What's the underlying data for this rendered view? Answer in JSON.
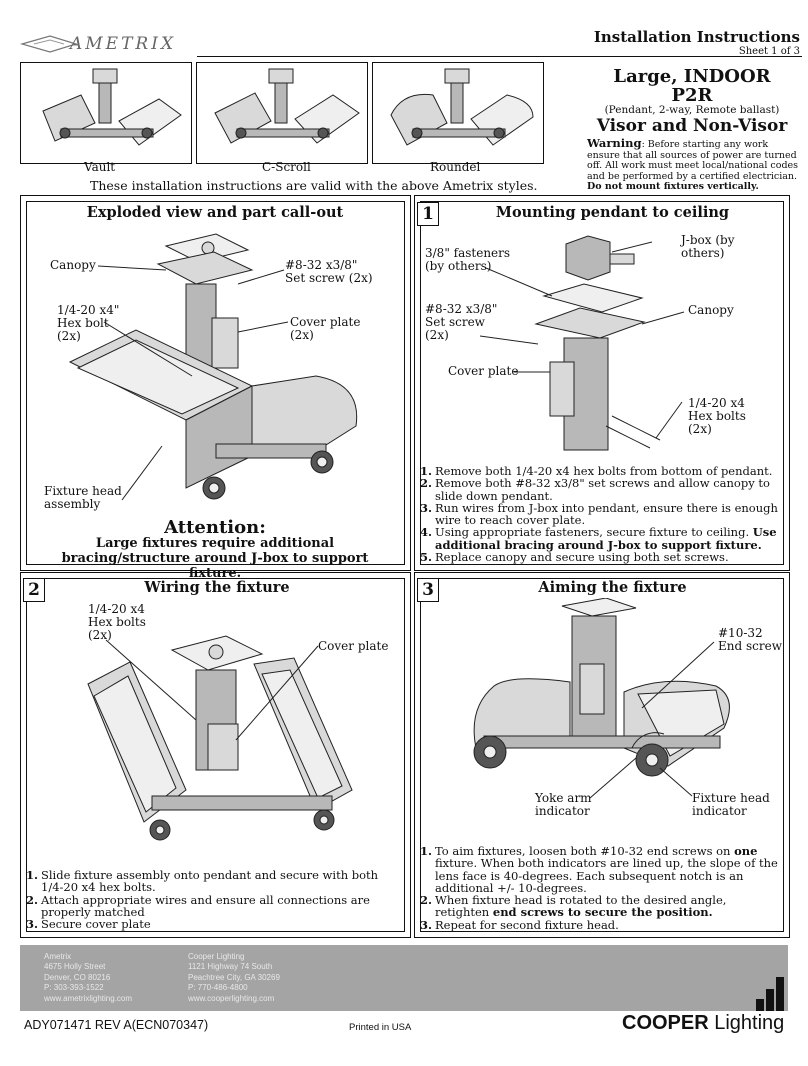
{
  "header": {
    "brand": "AMETRIX",
    "title": "Installation Instructions",
    "sheet": "Sheet 1 of 3"
  },
  "styles": {
    "items": [
      {
        "label": "Vault"
      },
      {
        "label": "C-Scroll"
      },
      {
        "label": "Roundel"
      }
    ],
    "caption": "These installation instructions are valid with the above Ametrix styles."
  },
  "product": {
    "line1": "Large, INDOOR",
    "line2": "P2R",
    "line3": "(Pendant, 2-way, Remote ballast)",
    "line4": "Visor and Non-Visor"
  },
  "warning": {
    "label": "Warning",
    "text": ": Before starting any work ensure that all sources of power are turned off.  All work must meet local/national codes and be performed by a certified electrician.",
    "emphasis": "Do not mount fixtures vertically."
  },
  "exploded": {
    "title": "Exploded view and part call-out",
    "canopy": "Canopy",
    "set_screw": "#8-32 x3/8\" Set screw (2x)",
    "hex_bolt": "1/4-20 x4\" Hex bolt (2x)",
    "cover_plate": "Cover plate (2x)",
    "fixture_head": "Fixture head assembly",
    "attention_title": "Attention:",
    "attention_text": "Large fixtures require additional bracing/structure around J-box to support fixture."
  },
  "step1": {
    "number": "1",
    "title": "Mounting pendant to ceiling",
    "fasteners": "3/8\" fasteners (by others)",
    "jbox": "J-box (by others)",
    "set_screw": "#8-32 x3/8\" Set screw (2x)",
    "canopy": "Canopy",
    "cover_plate": "Cover plate",
    "hex_bolts": "1/4-20 x4 Hex bolts (2x)",
    "steps": [
      "Remove both 1/4-20 x4 hex bolts from bottom of pendant.",
      "Remove both #8-32 x3/8\" set screws and allow canopy to slide down pendant.",
      "Run wires from J-box into pendant, ensure there is enough wire to reach cover plate.",
      "Using appropriate fasteners, secure fixture to ceiling.",
      "Replace canopy and secure using both set screws."
    ],
    "step4_bold": "Use additional bracing around J-box to support fixture."
  },
  "step2": {
    "number": "2",
    "title": "Wiring the fixture",
    "hex_bolts": "1/4-20 x4 Hex bolts (2x)",
    "cover_plate": "Cover plate",
    "steps": [
      "Slide fixture assembly onto pendant and secure with both 1/4-20 x4 hex bolts.",
      "Attach appropriate wires and ensure all connections are properly matched",
      "Secure cover plate"
    ]
  },
  "step3": {
    "number": "3",
    "title": "Aiming the fixture",
    "end_screw": "#10-32 End screw",
    "yoke": "Yoke arm indicator",
    "fixture_head": "Fixture head indicator",
    "step1_a": "To aim fixtures, loosen both #10-32 end screws on",
    "step1_bold": "one",
    "step1_b": "fixture.  When both indicators are lined up, the slope of the lens face is 40-degrees.  Each subsequent notch is an additional +/- 10-degrees.",
    "step2_a": "When fixture head is rotated to the desired angle, retighten",
    "step2_bold": "end screws to secure the position.",
    "step3": "Repeat for second fixture head."
  },
  "footer": {
    "ametrix": [
      "Ametrix",
      "4675 Holly Street",
      "Denver, CO 80216",
      "P: 303-393-1522",
      "www.ametrixlighting.com"
    ],
    "cooper": [
      "Cooper Lighting",
      "1121 Highway 74 South",
      "Peachtree City, GA 30269",
      "P: 770-486-4800",
      "www.cooperlighting.com"
    ],
    "doc_number": "ADY071471   REV A(ECN070347)",
    "printed": "Printed in USA",
    "cooper_logo_bold": "COOPER",
    "cooper_logo_light": " Lighting"
  }
}
